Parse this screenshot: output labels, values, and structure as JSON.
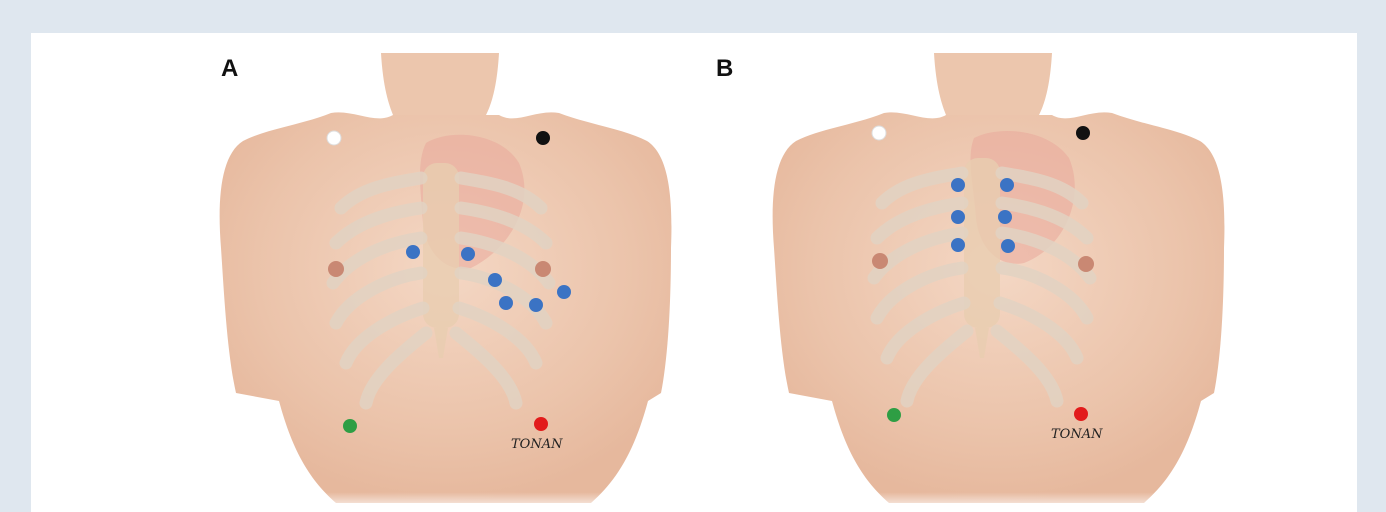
{
  "panels": [
    {
      "label": "A",
      "signature": "TONAN",
      "electrodes": [
        {
          "name": "right-arm-electrode",
          "color": "#ffffff"
        },
        {
          "name": "left-arm-electrode",
          "color": "#111111"
        },
        {
          "name": "v1-electrode",
          "color": "#3b73c4"
        },
        {
          "name": "v2-electrode",
          "color": "#3b73c4"
        },
        {
          "name": "v3-electrode",
          "color": "#3b73c4"
        },
        {
          "name": "v4-electrode",
          "color": "#3b73c4"
        },
        {
          "name": "v5-electrode",
          "color": "#3b73c4"
        },
        {
          "name": "v6-electrode",
          "color": "#3b73c4"
        },
        {
          "name": "right-leg-electrode",
          "color": "#2e9e44"
        },
        {
          "name": "left-leg-electrode",
          "color": "#e21b1b"
        }
      ]
    },
    {
      "label": "B",
      "signature": "TONAN",
      "electrodes": [
        {
          "name": "right-arm-electrode",
          "color": "#ffffff"
        },
        {
          "name": "left-arm-electrode",
          "color": "#111111"
        },
        {
          "name": "chest-electrode-r1",
          "color": "#3b73c4"
        },
        {
          "name": "chest-electrode-r2",
          "color": "#3b73c4"
        },
        {
          "name": "chest-electrode-r3",
          "color": "#3b73c4"
        },
        {
          "name": "chest-electrode-l1",
          "color": "#3b73c4"
        },
        {
          "name": "chest-electrode-l2",
          "color": "#3b73c4"
        },
        {
          "name": "chest-electrode-l3",
          "color": "#3b73c4"
        },
        {
          "name": "right-leg-electrode",
          "color": "#2e9e44"
        },
        {
          "name": "left-leg-electrode",
          "color": "#e21b1b"
        }
      ]
    }
  ]
}
